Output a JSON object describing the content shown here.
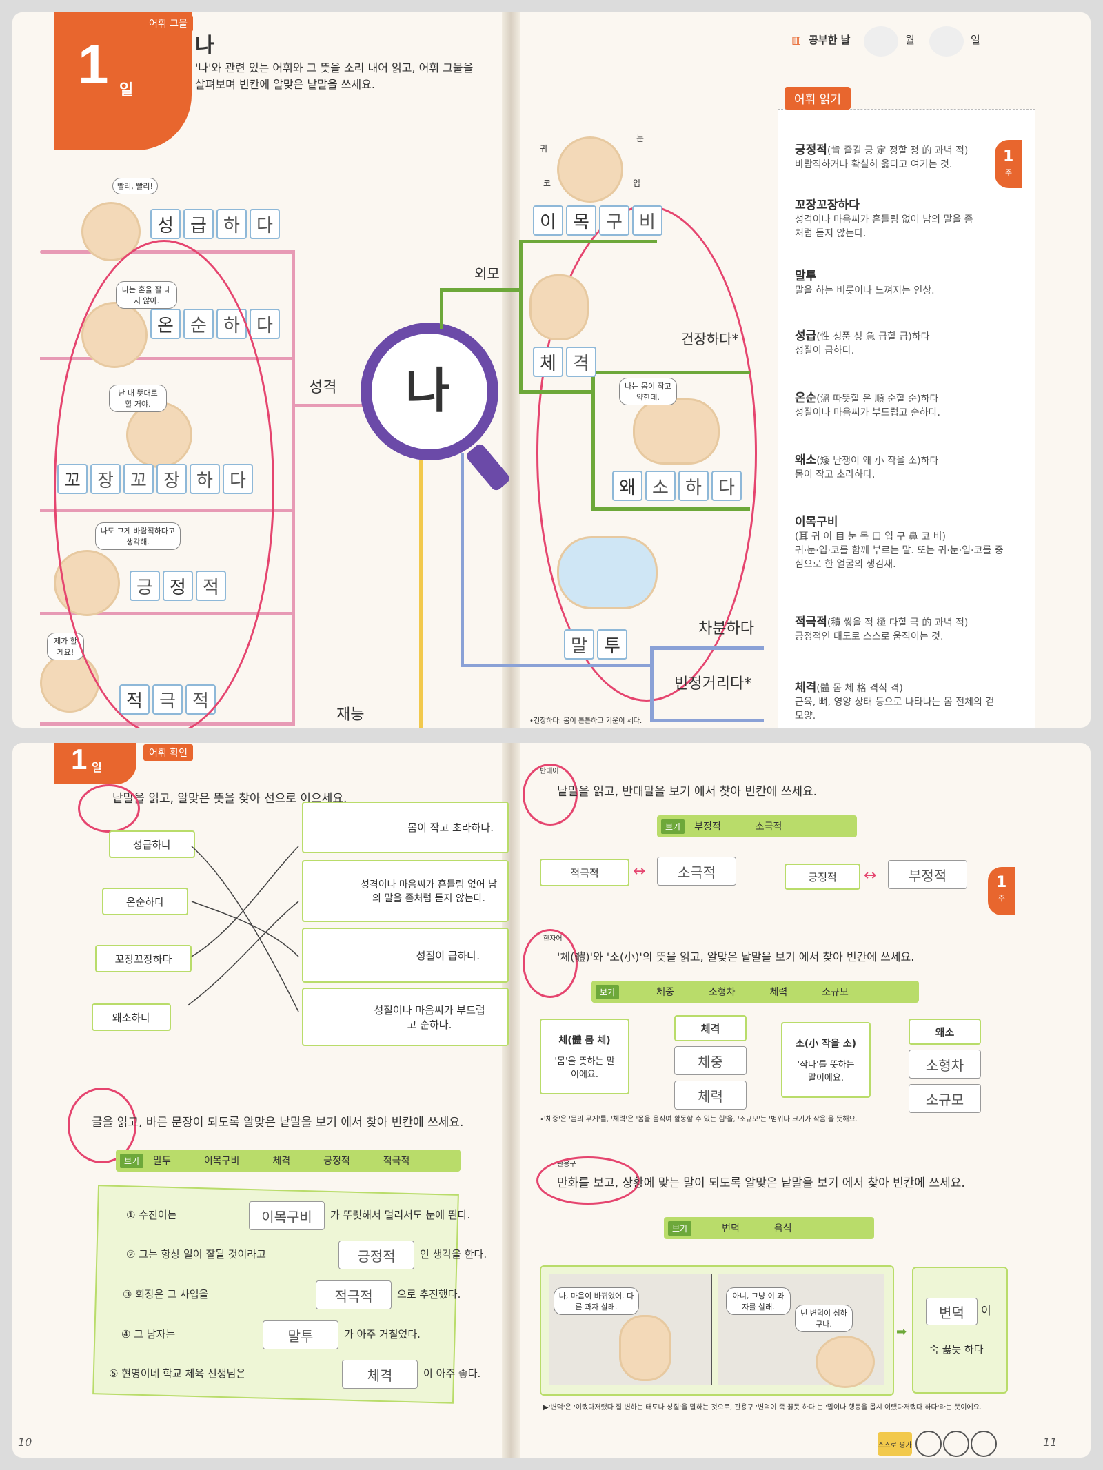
{
  "top_left": {
    "badge": "1",
    "badge_sub": "일",
    "section_tag": "어휘 그물",
    "title": "나",
    "instruction_1": "'나'와 관련 있는 어휘와 그 뜻을 소리 내어 읽고, 어휘 그물을",
    "instruction_2": "살펴보며 빈칸에 알맞은 낱말을 쓰세요.",
    "center_word": "나",
    "branch_personality": "성격",
    "branch_appearance": "외모",
    "branch_talent": "재능",
    "bubbles": [
      "빨리, 빨리!",
      "나는 혼을 잘 내지 않아.",
      "난 내 뜻대로 할 거야.",
      "나도 그게 바람직하다고 생각해.",
      "제가 할게요!"
    ],
    "words": {
      "w1": [
        "성",
        "급",
        "하",
        "다"
      ],
      "w2": [
        "온",
        "순",
        "하",
        "다"
      ],
      "w3": [
        "꼬",
        "장",
        "꼬",
        "장",
        "하",
        "다"
      ],
      "w4": [
        "긍",
        "정",
        "적"
      ],
      "w5": [
        "적",
        "극",
        "적"
      ]
    }
  },
  "top_right": {
    "study_date_label": "공부한 날",
    "month_label": "월",
    "day_label": "일",
    "face_labels": [
      "귀",
      "눈",
      "코",
      "입"
    ],
    "words": {
      "w1": [
        "이",
        "목",
        "구",
        "비"
      ],
      "w2": [
        "체",
        "격"
      ],
      "w3": [
        "왜",
        "소",
        "하",
        "다"
      ],
      "w4": [
        "말",
        "투"
      ]
    },
    "label_healthy": "건장하다*",
    "label_calm": "차분하다",
    "label_sarcastic": "빈정거리다*",
    "bubble_small": "나는 몸이 작고 약한데.",
    "footnote": "•건장하다: 몸이 튼튼하고 기운이 세다.",
    "vocab_title": "어휘 읽기",
    "week_tab": "1",
    "week_tab_sub": "주",
    "vocab": [
      {
        "term": "긍정적",
        "hanja": "(肯 즐길 긍 定 정할 정 的 과녁 적)",
        "def": "바람직하거나 확실히 옳다고 여기는 것."
      },
      {
        "term": "꼬장꼬장하다",
        "hanja": "",
        "def": "성격이나 마음씨가 흔들림 없어 남의 말을 좀처럼 듣지 않는다."
      },
      {
        "term": "말투",
        "hanja": "",
        "def": "말을 하는 버릇이나 느껴지는 인상."
      },
      {
        "term": "성급",
        "hanja": "(性 성품 성 急 급할 급)하다",
        "def": "성질이 급하다."
      },
      {
        "term": "온순",
        "hanja": "(溫 따뜻할 온 順 순할 순)하다",
        "def": "성질이나 마음씨가 부드럽고 순하다."
      },
      {
        "term": "왜소",
        "hanja": "(矮 난쟁이 왜 小 작을 소)하다",
        "def": "몸이 작고 초라하다."
      },
      {
        "term": "이목구비",
        "hanja": "(耳 귀 이 目 눈 목 口 입 구 鼻 코 비)",
        "def": "귀·눈·입·코를 함께 부르는 말. 또는 귀·눈·입·코를 중심으로 한 얼굴의 생김새."
      },
      {
        "term": "적극적",
        "hanja": "(積 쌓을 적 極 다할 극 的 과녁 적)",
        "def": "긍정적인 태도로 스스로 움직이는 것."
      },
      {
        "term": "체격",
        "hanja": "(體 몸 체 格 격식 격)",
        "def": "근육, 뼈, 영양 상태 등으로 나타나는 몸 전체의 겉모양."
      }
    ]
  },
  "bottom_left": {
    "badge": "1",
    "badge_sub": "일",
    "section_tag": "어휘 확인",
    "q1": "낱말을 읽고, 알맞은 뜻을 찾아 선으로 이으세요.",
    "q1_words": [
      "성급하다",
      "온순하다",
      "꼬장꼬장하다",
      "왜소하다"
    ],
    "q1_meanings": [
      "몸이 작고 초라하다.",
      "성격이나 마음씨가 흔들림 없어 남의 말을 좀처럼 듣지 않는다.",
      "성질이 급하다.",
      "성질이나 마음씨가 부드럽고 순하다."
    ],
    "q2": "글을 읽고, 바른 문장이 되도록 알맞은 낱말을 보기 에서 찾아 빈칸에 쓰세요.",
    "bogi": "보기",
    "q2_options": [
      "말투",
      "이목구비",
      "체격",
      "긍정적",
      "적극적"
    ],
    "sentences": [
      {
        "pre": "① 수진이는",
        "ans": "이목구비",
        "post": "가 뚜렷해서 멀리서도 눈에 띈다."
      },
      {
        "pre": "② 그는 항상 일이 잘될 것이라고",
        "ans": "긍정적",
        "post": "인 생각을 한다."
      },
      {
        "pre": "③ 회장은 그 사업을",
        "ans": "적극적",
        "post": "으로 추진했다."
      },
      {
        "pre": "④ 그 남자는",
        "ans": "말투",
        "post": "가 아주 거칠었다."
      },
      {
        "pre": "⑤ 현영이네 학교 체육 선생님은",
        "ans": "체격",
        "post": "이 아주 좋다."
      }
    ],
    "page": "10"
  },
  "bottom_right": {
    "q3_tag": "반대어",
    "q3": "낱말을 읽고, 반대말을 보기 에서 찾아 빈칸에 쓰세요.",
    "q3_options": [
      "부정적",
      "소극적"
    ],
    "pair1_word": "적극적",
    "pair1_ans": "소극적",
    "pair2_word": "긍정적",
    "pair2_ans": "부정적",
    "arrow": "↔",
    "q4_tag": "한자어",
    "q4": "'체(體)'와 '소(小)'의 뜻을 읽고, 알맞은 낱말을 보기 에서 찾아 빈칸에 쓰세요.",
    "q4_options": [
      "체중",
      "소형차",
      "체력",
      "소규모"
    ],
    "che_head": "체(體 몸 체)",
    "che_desc": "'몸'을 뜻하는 말이에요.",
    "che_given": "체격",
    "che_ans1": "체중",
    "che_ans2": "체력",
    "so_head": "소(小 작을 소)",
    "so_desc": "'작다'를 뜻하는 말이에요.",
    "so_given": "왜소",
    "so_ans1": "소형차",
    "so_ans2": "소규모",
    "q4_note": "•'체중'은 '몸의 무게'를, '체력'은 '몸을 움직여 활동할 수 있는 힘'을, '소규모'는 '범위나 크기가 작음'을 뜻해요.",
    "q5_tag": "관용구",
    "q5": "만화를 보고, 상황에 맞는 말이 되도록 알맞은 낱말을 보기 에서 찾아 빈칸에 쓰세요.",
    "q5_options": [
      "변덕",
      "음식"
    ],
    "comic_b1": "나, 마음이 바뀌었어. 다른 과자 살래.",
    "comic_b2": "아니, 그냥 이 과자를 살래.",
    "comic_b3": "넌 변덕이 심하구나.",
    "comic_ans": "변덕",
    "comic_post": "이",
    "comic_tail": "죽 끓듯 하다",
    "q5_note": "▶'변덕'은 '이랬다저랬다 잘 변하는 태도나 성질'을 말하는 것으로, 관용구 '변덕이 죽 끓듯 하다'는 '말이나 행동을 몹시 이랬다저랬다 하다'라는 뜻이에요.",
    "self_eval": "스스로 평가",
    "page": "11"
  }
}
